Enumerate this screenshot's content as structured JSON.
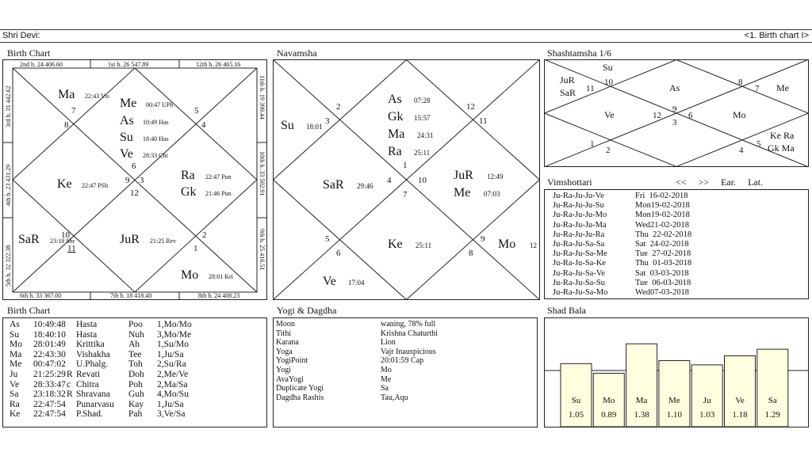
{
  "header": {
    "title": "Shri Devi:",
    "nav": "<1. Birth chart I>"
  },
  "birth_chart": {
    "title": "Birth Chart",
    "houses_top": [
      "2nd h.  24  406.60",
      "1st h.  26  547.89",
      "12th h.  26  465.16"
    ],
    "houses_bottom": [
      "6th h.  33  367.00",
      "7th h.  18  418.40",
      "8th h.  24  408.23"
    ],
    "houses_left": [
      "3rd h.  31  442.62",
      "4th h.  23  431.29",
      "5th h.  32  322.38"
    ],
    "houses_right": [
      "11th h.  19  390.44",
      "10th h.  33  502.91",
      "9th h.  25  416.51"
    ],
    "signs": [
      "7",
      "8",
      "6",
      "5",
      "4",
      "9",
      "3",
      "12",
      "10",
      "11",
      "2",
      "1"
    ],
    "planets": [
      {
        "name": "Ma",
        "deg": "22:43 Vis"
      },
      {
        "name": "Me",
        "deg": "00:47 UPh"
      },
      {
        "name": "As",
        "deg": "10:49 Has"
      },
      {
        "name": "Su",
        "deg": "18:40 Has"
      },
      {
        "name": "Ve",
        "deg": "28:33 Cht"
      },
      {
        "name": "Ke",
        "deg": "22:47 PSh"
      },
      {
        "name": "Ra",
        "deg": "22:47 Pun"
      },
      {
        "name": "Gk",
        "deg": "21:46 Pun"
      },
      {
        "name": "SaR",
        "deg": "23:18 Shr"
      },
      {
        "name": "JuR",
        "deg": "21:25 Rev"
      },
      {
        "name": "Mo",
        "deg": "28:01 Kri"
      }
    ]
  },
  "navamsha": {
    "title": "Navamsha",
    "signs": [
      "2",
      "3",
      "12",
      "11",
      "1",
      "4",
      "10",
      "7",
      "5",
      "6",
      "9",
      "8"
    ],
    "planets": [
      {
        "name": "As",
        "deg": "07:28"
      },
      {
        "name": "Gk",
        "deg": "15:57"
      },
      {
        "name": "Ma",
        "deg": "24:31"
      },
      {
        "name": "Ra",
        "deg": "25:11"
      },
      {
        "name": "Su",
        "deg": "18:01"
      },
      {
        "name": "SaR",
        "deg": "29:46"
      },
      {
        "name": "JuR",
        "deg": "12:49"
      },
      {
        "name": "Me",
        "deg": "07:03"
      },
      {
        "name": "Ke",
        "deg": "25:11"
      },
      {
        "name": "Mo",
        "deg": "12"
      },
      {
        "name": "Ve",
        "deg": "17:04"
      }
    ]
  },
  "shashtamsha": {
    "title": "Shashtamsha 1/6",
    "planets": [
      "Su",
      "JuR",
      "SaR",
      "As",
      "Me",
      "Ve",
      "Mo",
      "Ke Ra",
      "Gk Ma"
    ],
    "signs": [
      "10",
      "11",
      "8",
      "7",
      "9",
      "12",
      "6",
      "3",
      "1",
      "2",
      "4",
      "5"
    ]
  },
  "vimshottari": {
    "title": "Vimshottari",
    "nav_prev": "<<",
    "nav_next": ">>",
    "ear": "Ear.",
    "lat": "Lat.",
    "rows": [
      [
        "Ju-Ra-Ju-Ju-Ve",
        "Fri  16-02-2018"
      ],
      [
        "Ju-Ra-Ju-Ju-Su",
        "Mon19-02-2018"
      ],
      [
        "Ju-Ra-Ju-Ju-Mo",
        "Mon19-02-2018"
      ],
      [
        "Ju-Ra-Ju-Ju-Ma",
        "Wed21-02-2018"
      ],
      [
        "Ju-Ra-Ju-Ju-Ra",
        "Thu  22-02-2018"
      ],
      [
        "Ju-Ra-Ju-Sa-Sa",
        "Sat  24-02-2018"
      ],
      [
        "Ju-Ra-Ju-Sa-Me",
        "Tue  27-02-2018"
      ],
      [
        "Ju-Ra-Ju-Sa-Ke",
        "Thu  01-03-2018"
      ],
      [
        "Ju-Ra-Ju-Sa-Ve",
        "Sat  03-03-2018"
      ],
      [
        "Ju-Ra-Ju-Sa-Su",
        "Tue  06-03-2018"
      ],
      [
        "Ju-Ra-Ju-Sa-Mo",
        "Wed07-03-2018"
      ]
    ]
  },
  "birth_table": {
    "title": "Birth Chart",
    "rows": [
      [
        "As",
        "10:49:48",
        "",
        "Hasta",
        "Poo",
        "1,Mo/Mo"
      ],
      [
        "Su",
        "18:40:10",
        "",
        "Hasta",
        "Nuh",
        "3,Mo/Me"
      ],
      [
        "Mo",
        "28:01:49",
        "",
        "Krittika",
        "Ah",
        "1,Su/Mo"
      ],
      [
        "Ma",
        "22:43:30",
        "",
        "Vishakha",
        "Tee",
        "1,Ju/Sa"
      ],
      [
        "Me",
        "00:47:02",
        "",
        "U.Phalg.",
        "Toh",
        "2,Su/Ra"
      ],
      [
        "Ju",
        "21:25:29",
        "R",
        "Revati",
        "Doh",
        "2,Me/Ve"
      ],
      [
        "Ve",
        "28:33:47",
        "c",
        "Chitra",
        "Poh",
        "2,Ma/Sa"
      ],
      [
        "Sa",
        "23:18:32",
        "R",
        "Shravana",
        "Guh",
        "4,Mo/Su"
      ],
      [
        "Ra",
        "22:47:54",
        "",
        "Punarvasu",
        "Kay",
        "1,Ju/Sa"
      ],
      [
        "Ke",
        "22:47:54",
        "",
        "P.Shad.",
        "Pah",
        "3,Ve/Sa"
      ]
    ]
  },
  "yogi": {
    "title": "Yogi & Dagdha",
    "rows": [
      [
        "Moon",
        "waning, 78% full"
      ],
      [
        "Tithi",
        "Krishna  Chaturthi"
      ],
      [
        "Karana",
        "Lion"
      ],
      [
        "Yoga",
        "Vajr Inauspicious"
      ],
      [
        "YogiPoint",
        "20:01:59 Cap"
      ],
      [
        "Yogi",
        "Mo"
      ],
      [
        "AvaYogi",
        "Me"
      ],
      [
        "Duplicate Yogi",
        "Sa"
      ],
      [
        "Dagdha Rashis",
        "Tau,Aqu"
      ]
    ]
  },
  "chart_data": {
    "type": "bar",
    "title": "Shad Bala",
    "categories": [
      "Su",
      "Mo",
      "Ma",
      "Me",
      "Ju",
      "Ve",
      "Sa"
    ],
    "values": [
      1.05,
      0.89,
      1.38,
      1.1,
      1.03,
      1.18,
      1.29
    ],
    "labels": [
      "1.05",
      "0.89",
      "1.38",
      "1.10",
      "1.03",
      "1.18",
      "1.29"
    ],
    "bar_color": "#ffffe0",
    "ylim": [
      0,
      1.45
    ]
  }
}
